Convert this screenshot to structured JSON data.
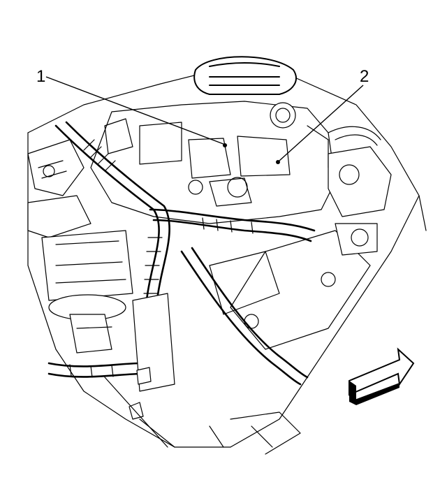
{
  "figure": {
    "callouts": [
      {
        "id": "1",
        "label": "1"
      },
      {
        "id": "2",
        "label": "2"
      }
    ],
    "orientation_icon": "front-direction-arrow-icon",
    "colors": {
      "ink": "#000000",
      "background": "#ffffff"
    }
  }
}
